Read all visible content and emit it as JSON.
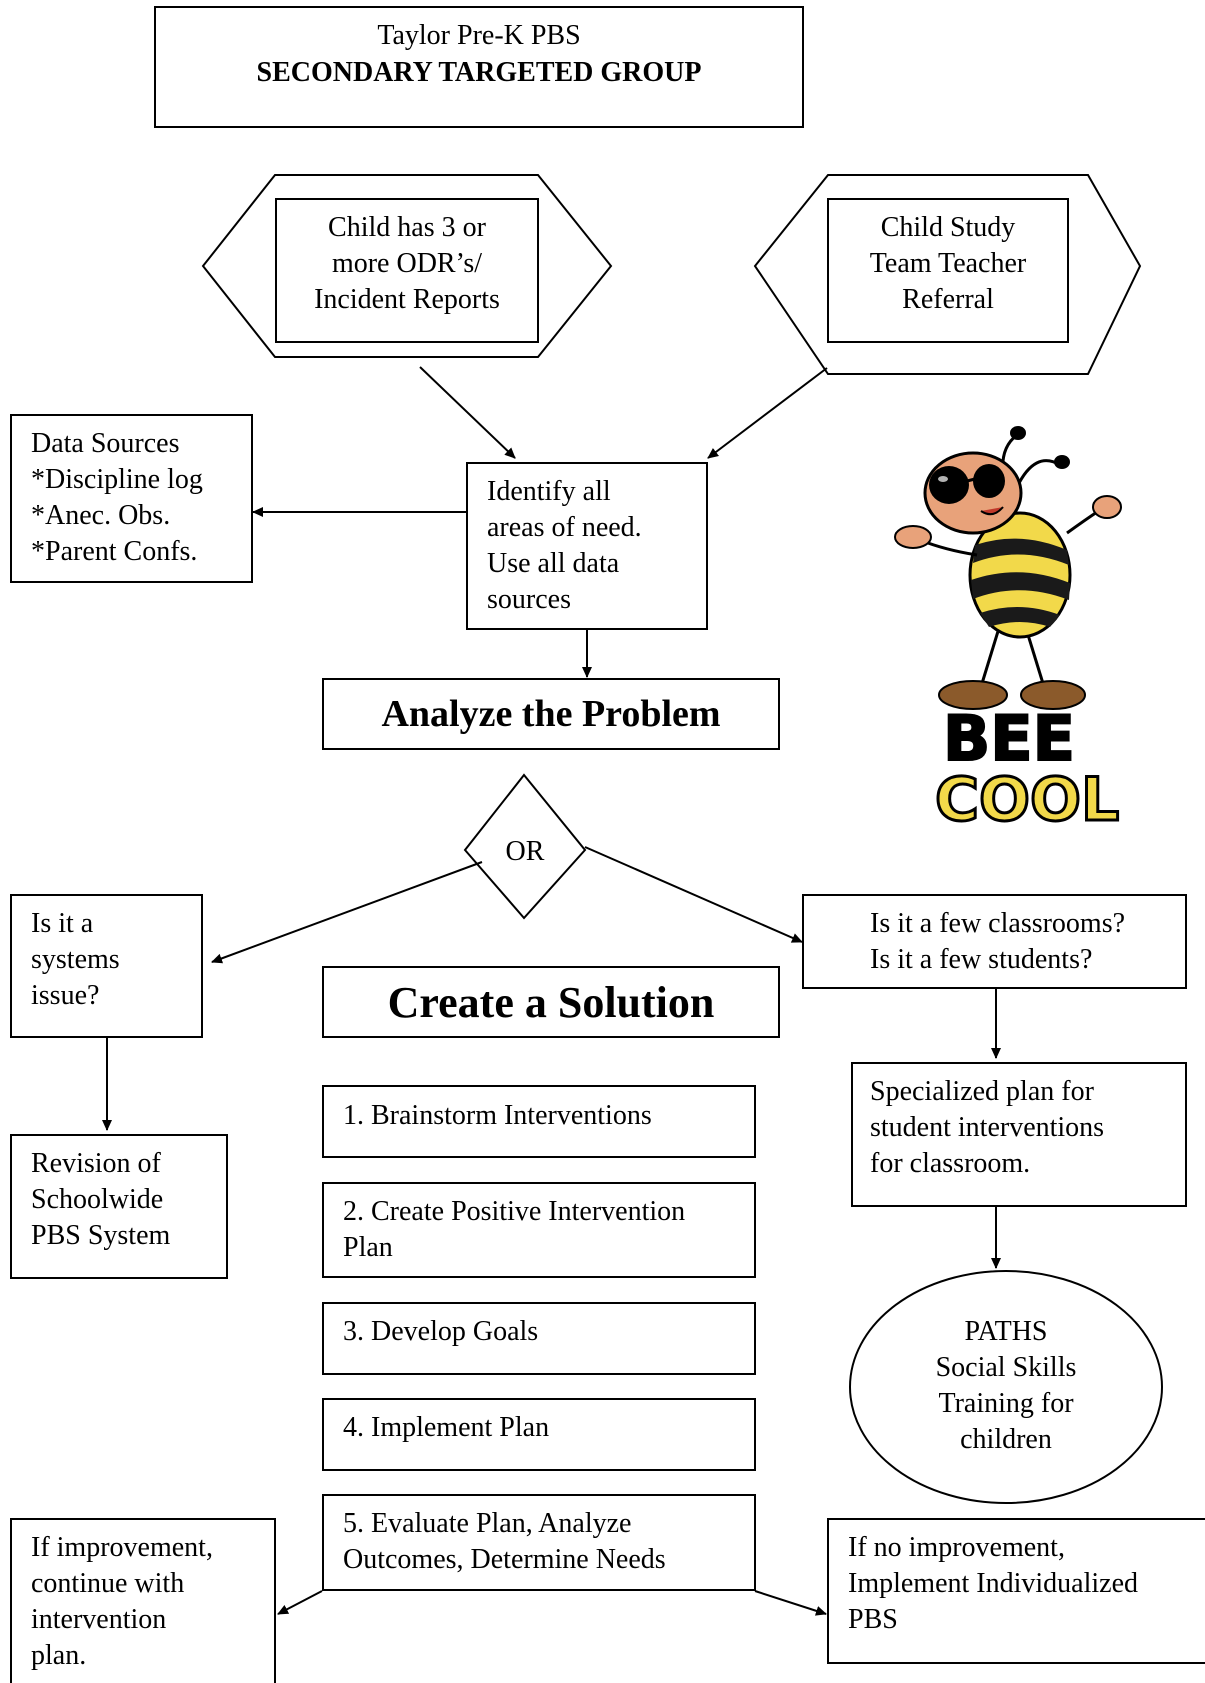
{
  "title": {
    "line1": "Taylor Pre-K PBS",
    "line2": "SECONDARY TARGETED GROUP"
  },
  "triggers": {
    "left": "Child has 3 or\nmore ODR’s/\nIncident Reports",
    "right": "Child Study\nTeam Teacher\nReferral"
  },
  "data_sources": "Data Sources\n*Discipline log\n*Anec. Obs.\n*Parent Confs.",
  "identify": "Identify all\nareas of need.\nUse all data\nsources",
  "analyze": "Analyze the Problem",
  "decision": "OR",
  "systems_question": "Is it a\nsystems\nissue?",
  "classroom_question": "Is it a few classrooms?\nIs it a few students?",
  "create_solution": "Create a Solution",
  "steps": [
    "1. Brainstorm Interventions",
    "2. Create Positive Intervention\nPlan",
    "3. Develop Goals",
    "4.  Implement Plan",
    "5.  Evaluate Plan, Analyze\nOutcomes, Determine Needs"
  ],
  "revision": "Revision of\nSchoolwide\nPBS System",
  "specialized_plan": "Specialized plan for\nstudent interventions\nfor classroom.",
  "paths": "PATHS\nSocial Skills\nTraining for\nchildren",
  "improvement_yes": "If improvement,\ncontinue with\nintervention\nplan.",
  "improvement_no": "If no improvement,\nImplement Individualized\nPBS",
  "mascot": {
    "word1": "BEE",
    "word2": "COOL",
    "body_color": "#1a1a1a",
    "stripe_color": "#f2d94a",
    "skin_color": "#e8a27a",
    "shoe_color": "#8b5a2b"
  }
}
